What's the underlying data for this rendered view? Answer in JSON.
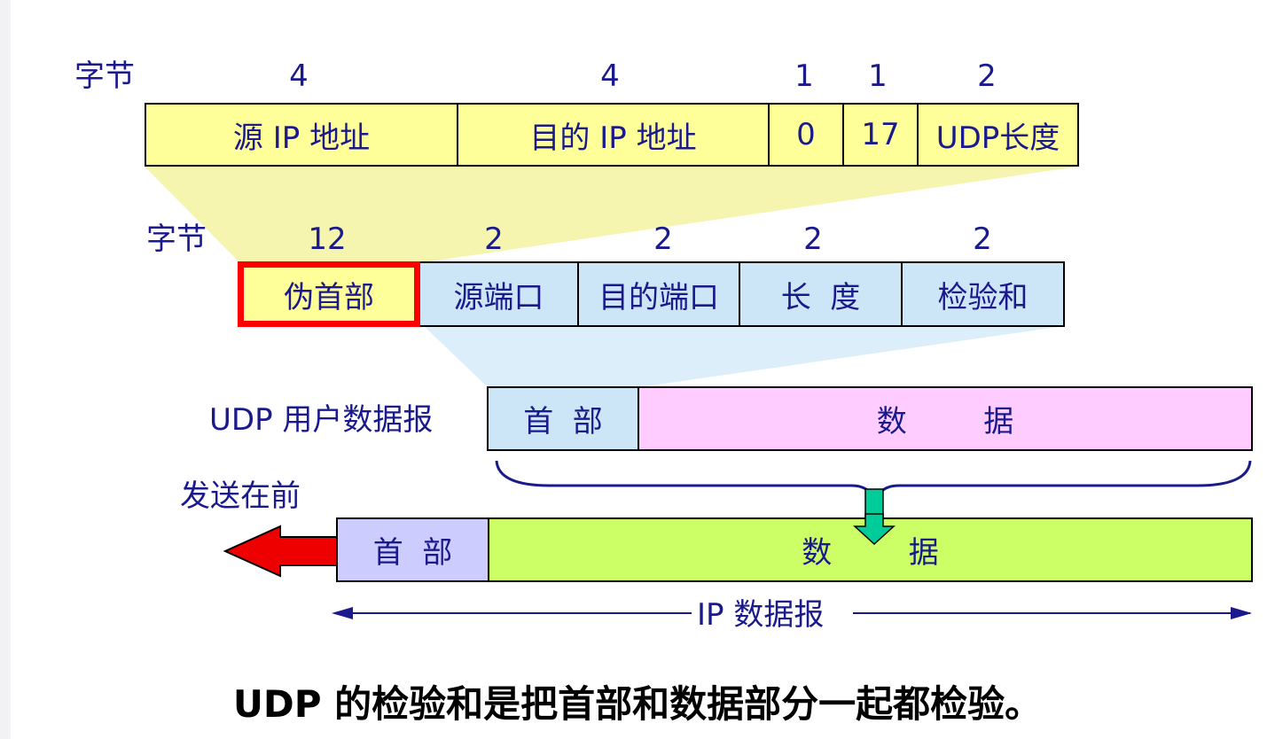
{
  "pseudo_header": {
    "bytes_label": "字节",
    "sizes": [
      "4",
      "4",
      "1",
      "1",
      "2"
    ],
    "fields": [
      "源 IP 地址",
      "目的 IP 地址",
      "0",
      "17",
      "UDP长度"
    ]
  },
  "udp_header": {
    "bytes_label": "字节",
    "sizes": [
      "12",
      "2",
      "2",
      "2",
      "2"
    ],
    "fields": [
      "伪首部",
      "源端口",
      "目的端口",
      "长  度",
      "检验和"
    ]
  },
  "udp_datagram": {
    "label": "UDP 用户数据报",
    "header": "首  部",
    "data": "数        据"
  },
  "ip_datagram": {
    "send_first_label": "发送在前",
    "header": "首  部",
    "data": "数        据",
    "span_label": "IP 数据报"
  },
  "caption": "UDP 的检验和是把首部和数据部分一起都检验。",
  "colors": {
    "pseudo_fill": "#ffff99",
    "udp_fill": "#cce6f7",
    "data_fill": "#ffccff",
    "ip_header_fill": "#ccccff",
    "ip_data_fill": "#ccff66",
    "highlight": "#ff0000",
    "arrow_green": "#00cc99",
    "text": "#1a1a8c"
  }
}
